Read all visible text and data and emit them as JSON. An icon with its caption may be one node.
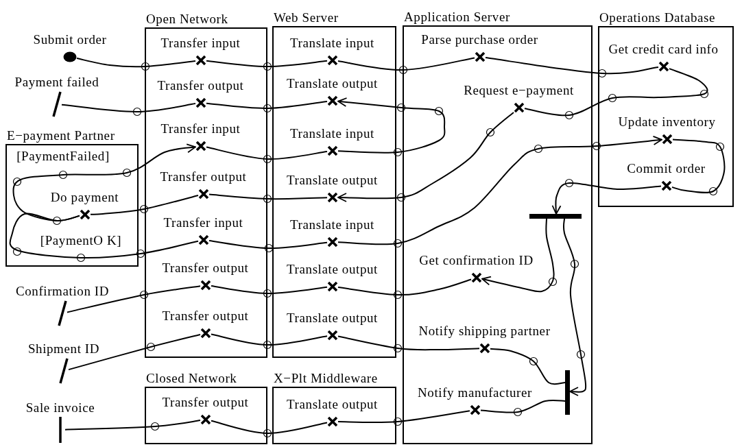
{
  "diagram": {
    "nodes": [
      {
        "text": [
          "Open Network"
        ]
      },
      {
        "text": [
          "Transfer input"
        ],
        "in": 0
      },
      {
        "text": [
          "Transfer output"
        ],
        "in": 0
      },
      {
        "text": [
          "Transfer input"
        ],
        "in": 0
      },
      {
        "text": [
          "Transfer output"
        ],
        "in": 0
      },
      {
        "text": [
          "Transfer input"
        ],
        "in": 0
      },
      {
        "text": [
          "Transfer output"
        ],
        "in": 0
      },
      {
        "text": [
          "Transfer output"
        ],
        "in": 0
      },
      {
        "text": [
          "Web Server"
        ]
      },
      {
        "text": [
          "Translate input"
        ],
        "in": 8
      },
      {
        "text": [
          "Translate output"
        ],
        "in": 8
      },
      {
        "text": [
          "Translate input"
        ],
        "in": 8
      },
      {
        "text": [
          "Translate output"
        ],
        "in": 8
      },
      {
        "text": [
          "Translate input"
        ],
        "in": 8
      },
      {
        "text": [
          "Translate output"
        ],
        "in": 8
      },
      {
        "text": [
          "Translate output"
        ],
        "in": 8
      },
      {
        "text": [
          "Application Server"
        ]
      },
      {
        "text": [
          "Parse purchase order"
        ],
        "in": 16
      },
      {
        "text": [
          "Request e−payment"
        ],
        "in": 16
      },
      {
        "text": [
          "Get confirmation ID"
        ],
        "in": 16
      },
      {
        "text": [
          "Notify shipping partner"
        ],
        "in": 16
      },
      {
        "text": [
          "Notify manufacturer"
        ],
        "in": 16
      },
      {
        "text": [],
        "shape": "bar",
        "in": 16
      },
      {
        "text": [],
        "shape": "bar",
        "in": 16
      },
      {
        "text": [
          "Operations Database"
        ]
      },
      {
        "text": [
          "Get credit card info"
        ],
        "in": 24
      },
      {
        "text": [
          "Update inventory"
        ],
        "in": 24
      },
      {
        "text": [
          "Commit order"
        ],
        "in": 24
      },
      {
        "text": [
          "E−payment Partner"
        ]
      },
      {
        "text": [
          "Do payment"
        ],
        "in": 28
      },
      {
        "text": [
          "Closed Network"
        ]
      },
      {
        "text": [
          "Transfer output"
        ],
        "in": 30
      },
      {
        "text": [
          "X−Plt Middleware"
        ]
      },
      {
        "text": [
          "Translate output"
        ],
        "in": 32
      },
      {
        "text": [
          "Submit order"
        ]
      },
      {
        "text": [
          "Payment failed"
        ]
      },
      {
        "text": [
          "Confirmation ID"
        ]
      },
      {
        "text": [
          "Shipment ID"
        ]
      },
      {
        "text": [
          "Sale invoice"
        ]
      }
    ],
    "edges": [
      {
        "from": 34,
        "to": 1,
        "arrow": "none"
      },
      {
        "from": 1,
        "to": 9,
        "arrow": "none"
      },
      {
        "from": 9,
        "to": 17,
        "arrow": "none"
      },
      {
        "from": 17,
        "to": 25,
        "arrow": "none"
      },
      {
        "from": 25,
        "to": 18,
        "arrow": "none"
      },
      {
        "from": 18,
        "to": 12,
        "arrow": "to"
      },
      {
        "from": 12,
        "to": 4,
        "arrow": "none"
      },
      {
        "from": 4,
        "to": 29,
        "arrow": "none"
      },
      {
        "from": 29,
        "to": 3,
        "arrow": "to",
        "label": "[PaymentFailed]"
      },
      {
        "from": 3,
        "to": 11,
        "arrow": "none"
      },
      {
        "from": 11,
        "to": 10,
        "arrow": "to"
      },
      {
        "from": 10,
        "to": 2,
        "arrow": "none"
      },
      {
        "from": 2,
        "to": 35,
        "arrow": "none"
      },
      {
        "from": 29,
        "to": 5,
        "arrow": "none",
        "label": "[PaymentO K]"
      },
      {
        "from": 5,
        "to": 13,
        "arrow": "none"
      },
      {
        "from": 13,
        "to": 26,
        "arrow": "to"
      },
      {
        "from": 26,
        "to": 27,
        "arrow": "none"
      },
      {
        "from": 27,
        "to": 22,
        "arrow": "to"
      },
      {
        "from": 22,
        "to": 19,
        "arrow": "to"
      },
      {
        "from": 19,
        "to": 14,
        "arrow": "none"
      },
      {
        "from": 14,
        "to": 6,
        "arrow": "none"
      },
      {
        "from": 6,
        "to": 36,
        "arrow": "none"
      },
      {
        "from": 22,
        "to": 23,
        "arrow": "to"
      },
      {
        "from": 23,
        "to": 20,
        "arrow": "none"
      },
      {
        "from": 20,
        "to": 15,
        "arrow": "none"
      },
      {
        "from": 15,
        "to": 7,
        "arrow": "none"
      },
      {
        "from": 7,
        "to": 37,
        "arrow": "none"
      },
      {
        "from": 23,
        "to": 21,
        "arrow": "none"
      },
      {
        "from": 21,
        "to": 33,
        "arrow": "none"
      },
      {
        "from": 33,
        "to": 31,
        "arrow": "none"
      },
      {
        "from": 31,
        "to": 38,
        "arrow": "none"
      }
    ]
  }
}
